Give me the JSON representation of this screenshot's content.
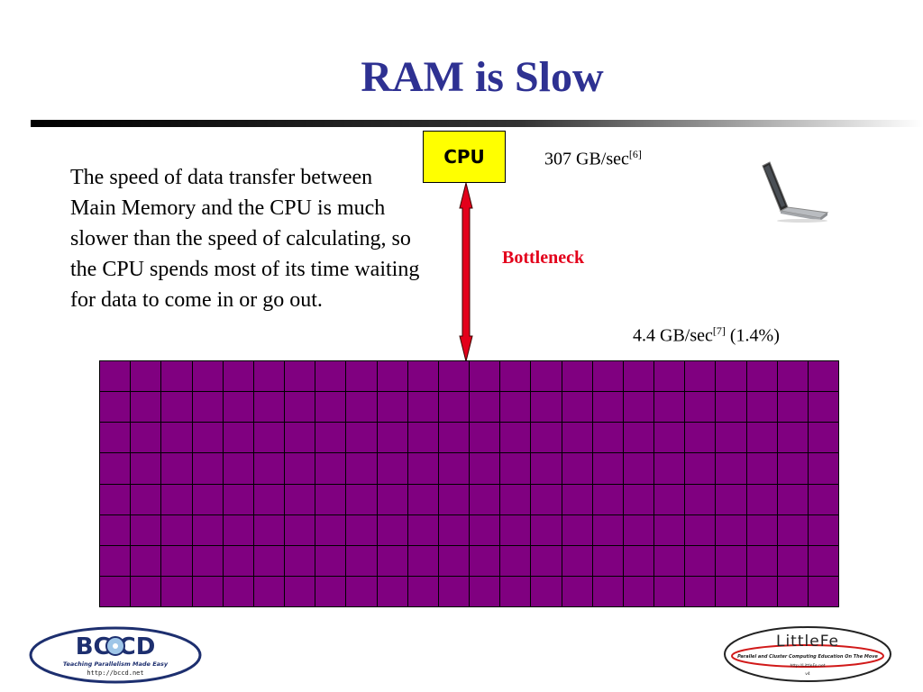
{
  "slide": {
    "title": "RAM is Slow",
    "body": "The speed of data transfer between Main Memory and the CPU is much slower than the speed of calculating, so the CPU spends most of its time waiting for data to come in or go out."
  },
  "diagram": {
    "cpu_label": "CPU",
    "cpu_speed": "307 GB/sec",
    "cpu_speed_ref": "[6]",
    "bottleneck_label": "Bottleneck",
    "ram_speed": "4.4 GB/sec",
    "ram_speed_ref": "[7]",
    "ram_speed_pct": " (1.4%)",
    "ram_grid": {
      "columns": 24,
      "rows": 8,
      "cell_color": "#800080"
    },
    "colors": {
      "cpu_box": "#ffff00",
      "arrow": "#e3001b",
      "title": "#2e3192"
    }
  },
  "logos": {
    "bccd": {
      "name": "BC CD",
      "tagline": "Teaching Parallelism Made Easy",
      "url": "http://bccd.net"
    },
    "littlefe": {
      "name": "LittleFe",
      "tagline": "Parallel and Cluster Computing Education On The Move",
      "url": "http://LittleFe.net",
      "version": "v4"
    }
  }
}
